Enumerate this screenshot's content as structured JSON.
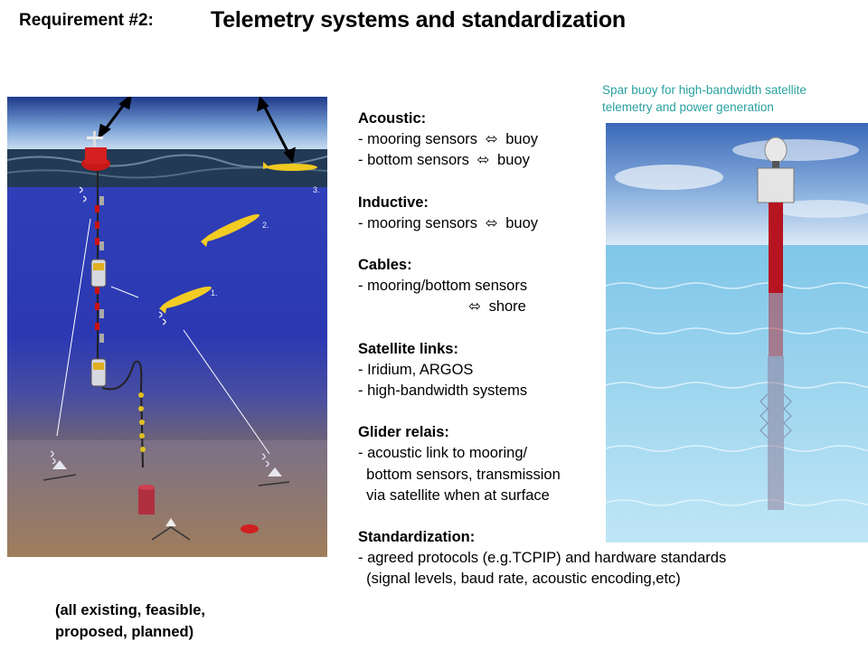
{
  "header": {
    "requirement_label": "Requirement #2:",
    "title": "Telemetry systems and standardization"
  },
  "right_figure": {
    "caption_line1": "Spar buoy for high-bandwidth  satellite",
    "caption_line2": "telemetry and power generation"
  },
  "left_figure": {
    "label_1": "1.",
    "label_2": "2.",
    "label_3": "3."
  },
  "note": {
    "line1": "(all existing, feasible,",
    "line2": "proposed, planned)"
  },
  "sections": {
    "acoustic": {
      "heading": "Acoustic:",
      "item1_a": "- mooring sensors ",
      "item1_b": " buoy",
      "item2_a": "- bottom sensors ",
      "item2_b": " buoy"
    },
    "inductive": {
      "heading": "Inductive:",
      "item1_a": "- mooring sensors ",
      "item1_b": " buoy"
    },
    "cables": {
      "heading": "Cables:",
      "item1": "- mooring/bottom sensors",
      "item2": " shore"
    },
    "satellite": {
      "heading": "Satellite links:",
      "item1": "- Iridium, ARGOS",
      "item2": "- high-bandwidth systems"
    },
    "glider": {
      "heading": "Glider relais:",
      "item1": "- acoustic link to mooring/",
      "item2": "  bottom sensors, transmission",
      "item3": "  via satellite when at surface"
    },
    "standardization": {
      "heading": "Standardization:",
      "item1": "- agreed protocols (e.g.TCPIP) and hardware standards",
      "item2": "  (signal levels, baud rate, acoustic encoding,etc)"
    }
  },
  "symbols": {
    "double_arrow": "⬄"
  }
}
